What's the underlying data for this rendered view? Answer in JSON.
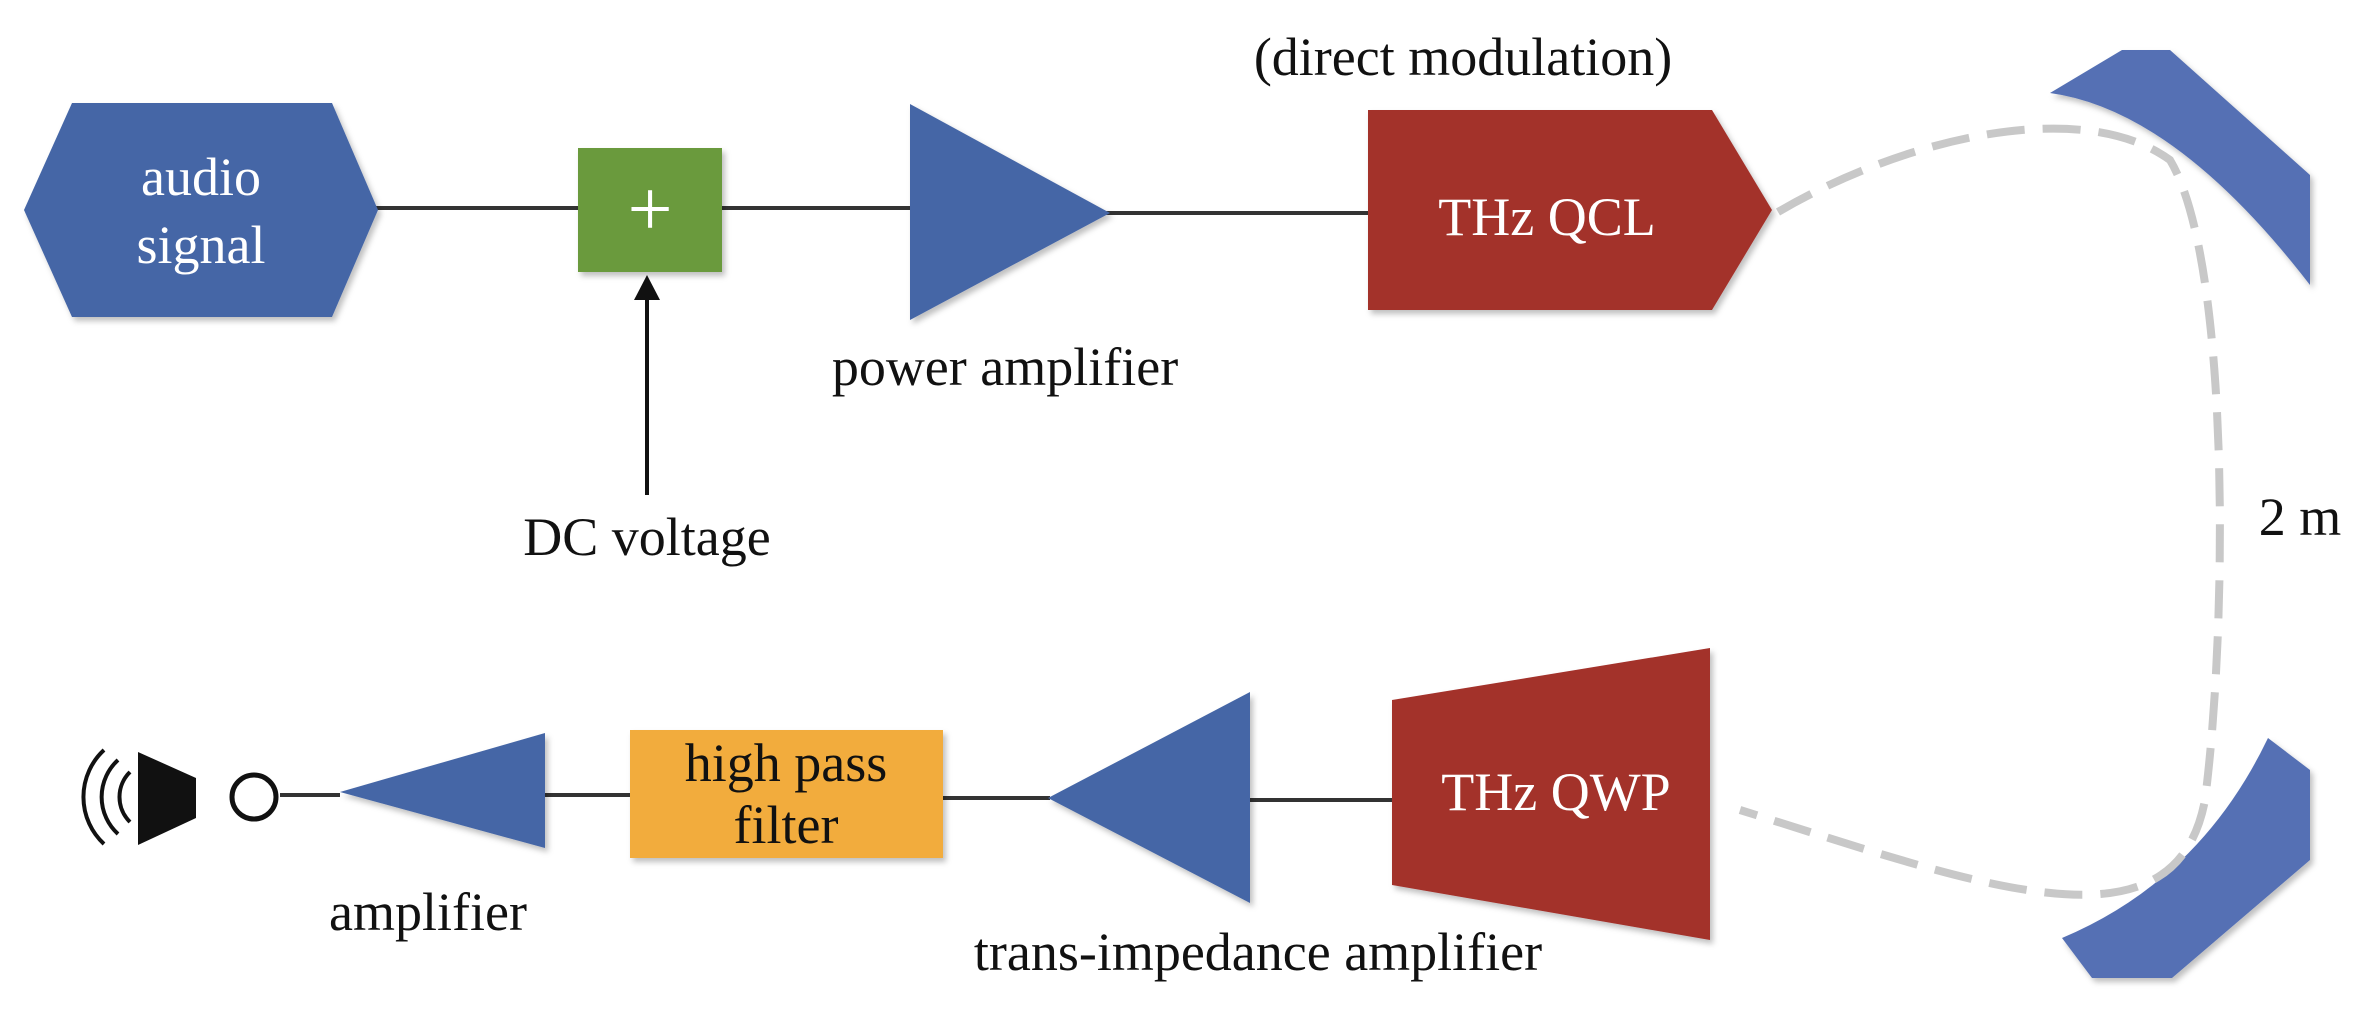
{
  "colors": {
    "blue": "#4566a6",
    "mirror_blue": "#5470b4",
    "green": "#6b9a3e",
    "red": "#a3302c",
    "orange": "#f2ac3c",
    "line": "#333333",
    "dashed": "#c8c8c8"
  },
  "nodes": {
    "audio_signal": {
      "line1": "audio",
      "line2": "signal"
    },
    "adder": {
      "symbol": "+"
    },
    "dc_voltage": {
      "label": "DC voltage"
    },
    "power_amplifier": {
      "label": "power amplifier"
    },
    "qcl": {
      "label": "THz QCL",
      "note": "(direct modulation)"
    },
    "distance": {
      "label": "2 m"
    },
    "qwp": {
      "label": "THz QWP"
    },
    "tia": {
      "label": "trans-impedance amplifier"
    },
    "hpf": {
      "line1": "high pass",
      "line2": "filter"
    },
    "amplifier": {
      "label": "amplifier"
    },
    "speaker": {
      "icon": "speaker-icon"
    }
  }
}
